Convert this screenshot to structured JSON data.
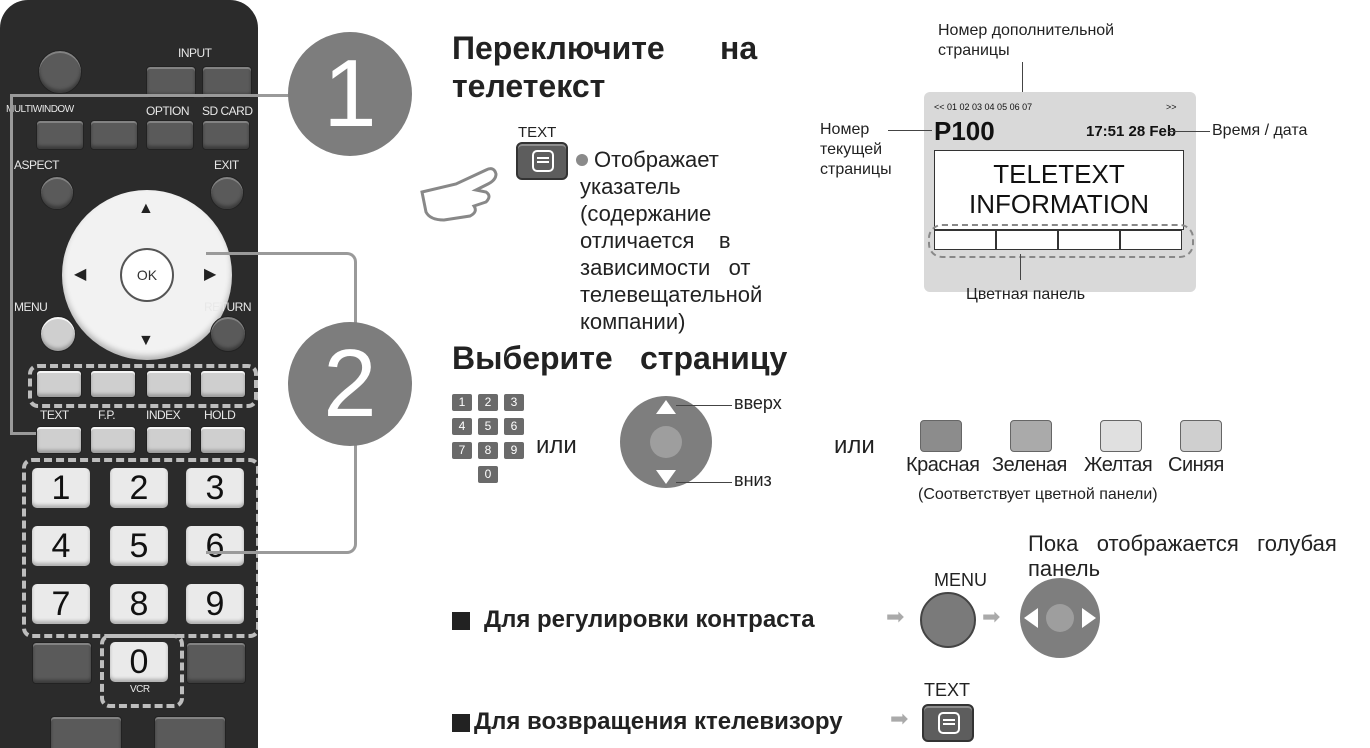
{
  "remote": {
    "input": "INPUT",
    "multiwindow": "MULTIWINDOW",
    "option": "OPTION",
    "sdcard": "SD CARD",
    "aspect": "ASPECT",
    "exit": "EXIT",
    "ok": "OK",
    "menu": "MENU",
    "return": "RETURN",
    "text": "TEXT",
    "fp": "F.P.",
    "index": "INDEX",
    "hold": "HOLD",
    "vcr": "VCR",
    "digits": [
      "1",
      "2",
      "3",
      "4",
      "5",
      "6",
      "7",
      "8",
      "9",
      "0"
    ]
  },
  "step1": {
    "number": "1",
    "title_a": "Переключите",
    "title_b": "на",
    "title_c": "телетекст",
    "button_label": "TEXT",
    "desc": [
      "Отображает",
      "указатель",
      "(содержание",
      "отличается    в",
      "зависимости   от",
      "телевещательной",
      "компании)"
    ]
  },
  "teletext": {
    "subpage_label_1": "Номер дополнительной",
    "subpage_label_2": "страницы",
    "subpage_row": "<< 01 02 03 04 05 06 07",
    "subpage_next": ">>",
    "page_no": "P100",
    "time_date": "17:51 28 Feb",
    "current_label": [
      "Номер",
      "текущей",
      "страницы"
    ],
    "time_label": "Время / дата",
    "screen_line1": "TELETEXT",
    "screen_line2": "INFORMATION",
    "color_panel": "Цветная панель"
  },
  "step2": {
    "number": "2",
    "title_a": "Выберите",
    "title_b": "страницу",
    "keypad": [
      "1",
      "2",
      "3",
      "4",
      "5",
      "6",
      "7",
      "8",
      "9",
      "0"
    ],
    "or": "или",
    "up": "вверх",
    "down": "вниз",
    "colors": [
      "Красная",
      "Зеленая",
      "Желтая",
      "Синяя"
    ],
    "color_note": "(Соответствует цветной панели)"
  },
  "contrast": {
    "note_1": "Пока   отображается   голубая",
    "note_2": "панель",
    "label": "Для регулировки контраста",
    "menu": "MENU"
  },
  "return_tv": {
    "label": "Для возвращения ктелевизору",
    "text": "TEXT"
  },
  "colors": {
    "red_btn": "#8c8c8c",
    "green_btn": "#aaaaaa",
    "yellow_btn": "#e0e0e0",
    "blue_btn": "#cfcfcf"
  }
}
